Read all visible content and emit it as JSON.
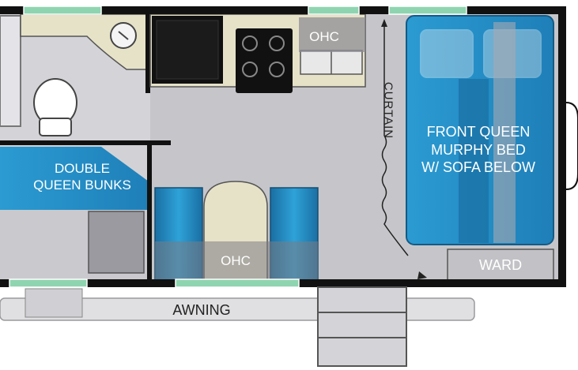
{
  "labels": {
    "bunks": "DOUBLE\nQUEEN BUNKS",
    "front_bed": "FRONT QUEEN\nMURPHY BED\nW/ SOFA BELOW",
    "ohc_kitchen": "OHC",
    "ohc_dinette": "OHC",
    "curtain": "CURTAIN",
    "ward": "WARD",
    "awning": "AWNING"
  },
  "colors": {
    "floor": "#c9c9cd",
    "wall": "#111111",
    "blue": "#1e88c0",
    "blue_light": "#3aa3d4",
    "cream": "#e6e2c8",
    "grey_dark": "#8e8e94",
    "window": "#8fd4b0"
  }
}
